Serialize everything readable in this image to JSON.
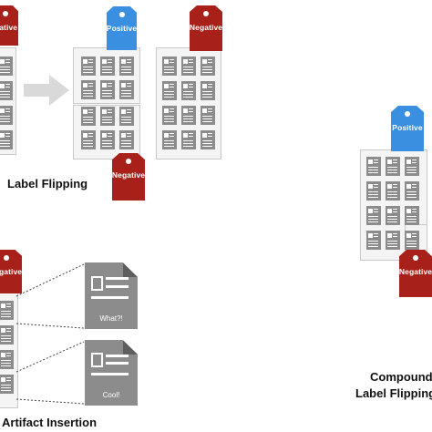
{
  "sections": {
    "label_flipping": {
      "caption": "Label Flipping"
    },
    "artifact_insertion": {
      "caption": "Artifact Insertion"
    },
    "compound": {
      "caption_line1": "Compound",
      "caption_line2": "Label Flipping"
    }
  },
  "tags": {
    "positive": "Positive",
    "negative": "Negative"
  },
  "artifacts": {
    "first_text": "What?!",
    "second_text": "Cool!"
  },
  "colors": {
    "negative_tag": "#a8201a",
    "positive_tag": "#3a8fe0",
    "document": "#8c8c8c",
    "arrow": "#d9d9d9"
  }
}
